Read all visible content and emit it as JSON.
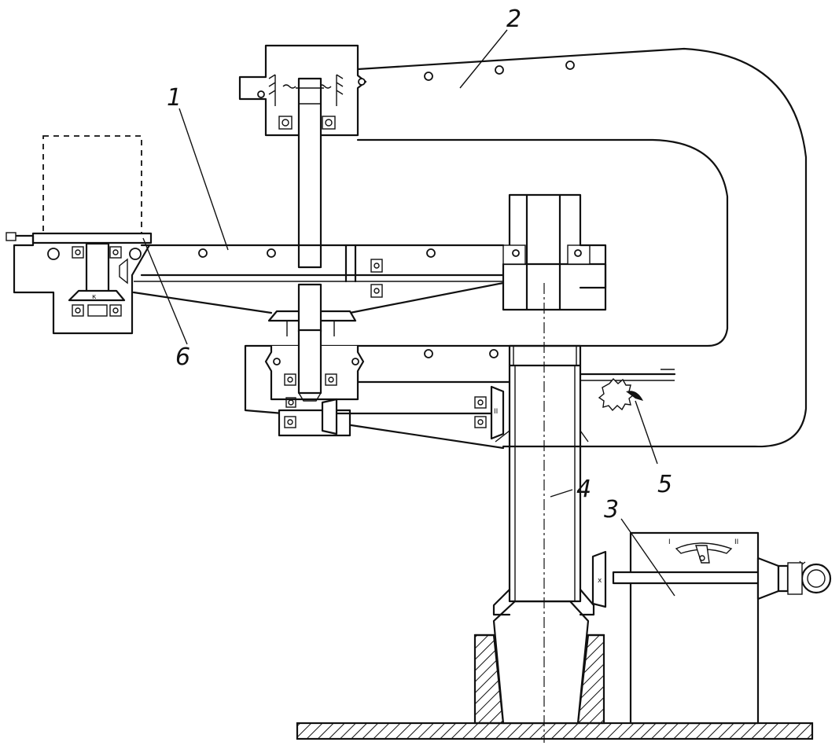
{
  "callouts": {
    "c1": "1",
    "c2": "2",
    "c3": "3",
    "c4": "4",
    "c5": "5",
    "c6": "6"
  },
  "marks": {
    "gear_k": "к",
    "gear_x": "х",
    "gear_ii": "II",
    "lever_i": "I",
    "lever_ii": "II"
  }
}
